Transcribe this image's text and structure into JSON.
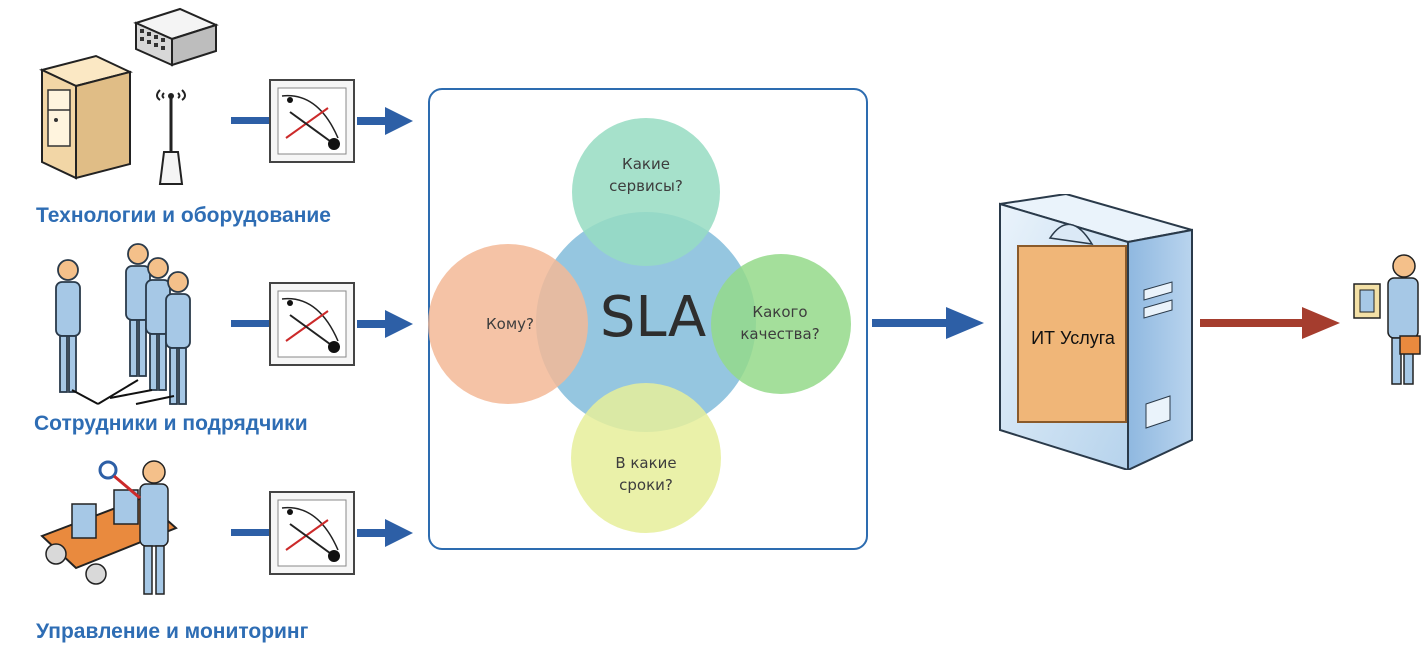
{
  "groups": [
    {
      "label": "Технологии и оборудование"
    },
    {
      "label": "Сотрудники и подрядчики"
    },
    {
      "label": "Управление и мониторинг"
    }
  ],
  "sla": {
    "title": "SLA",
    "top": "Какие\nсервисы?",
    "left": "Кому?",
    "right": "Какого\nкачества?",
    "bottom": "В какие\nсроки?"
  },
  "service": {
    "label": "ИТ Услуга"
  },
  "colors": {
    "label_blue": "#2e6db4",
    "arrow_blue": "#2d5fa6",
    "arrow_red": "#a53d2e",
    "circle_center": "#8fc3de",
    "circle_top": "#96dcc2",
    "circle_left": "#f3b896",
    "circle_right": "#94d98a",
    "circle_bottom": "#e6ef9a"
  },
  "icons": [
    "server-icon",
    "network-switch-icon",
    "antenna-icon",
    "gauge-icon",
    "people-icon",
    "monitoring-person-icon",
    "service-box-icon",
    "customer-icon"
  ]
}
